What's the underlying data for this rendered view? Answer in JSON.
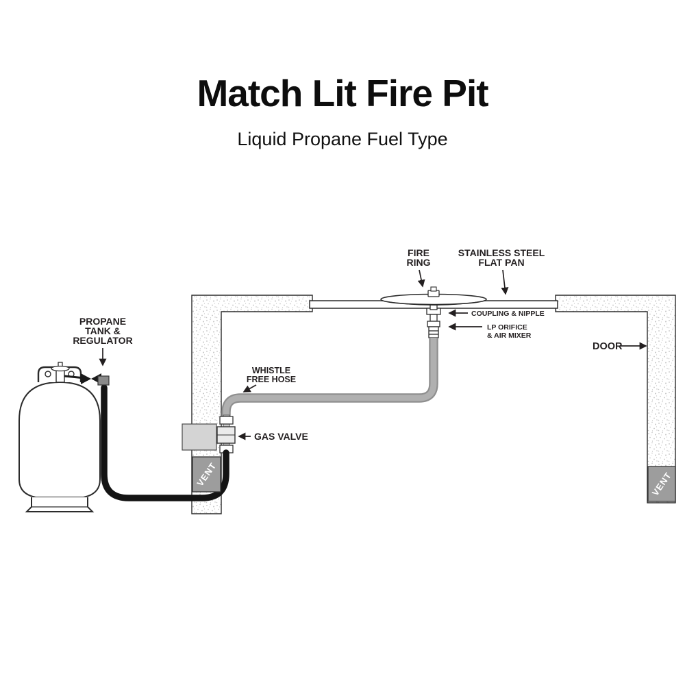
{
  "title": "Match Lit Fire Pit",
  "subtitle": "Liquid Propane Fuel Type",
  "labels": {
    "propane": {
      "l1": "PROPANE",
      "l2": "TANK &",
      "l3": "REGULATOR"
    },
    "fire_ring": {
      "l1": "FIRE",
      "l2": "RING"
    },
    "flat_pan": {
      "l1": "STAINLESS STEEL",
      "l2": "FLAT PAN"
    },
    "coupling": "COUPLING & NIPPLE",
    "lp_orifice": {
      "l1": "LP ORIFICE",
      "l2": "& AIR MIXER"
    },
    "door": "DOOR",
    "whistle": {
      "l1": "WHISTLE",
      "l2": "FREE HOSE"
    },
    "gas_valve": "GAS VALVE",
    "vent_left": "VENT",
    "vent_right": "VENT"
  },
  "colors": {
    "ink": "#231f20",
    "hose_black": "#141414",
    "hose_gray": "#a8a8a8",
    "vent_fill": "#9d9d9d",
    "wall_stipple": "#c2c2c2",
    "background": "#ffffff"
  }
}
